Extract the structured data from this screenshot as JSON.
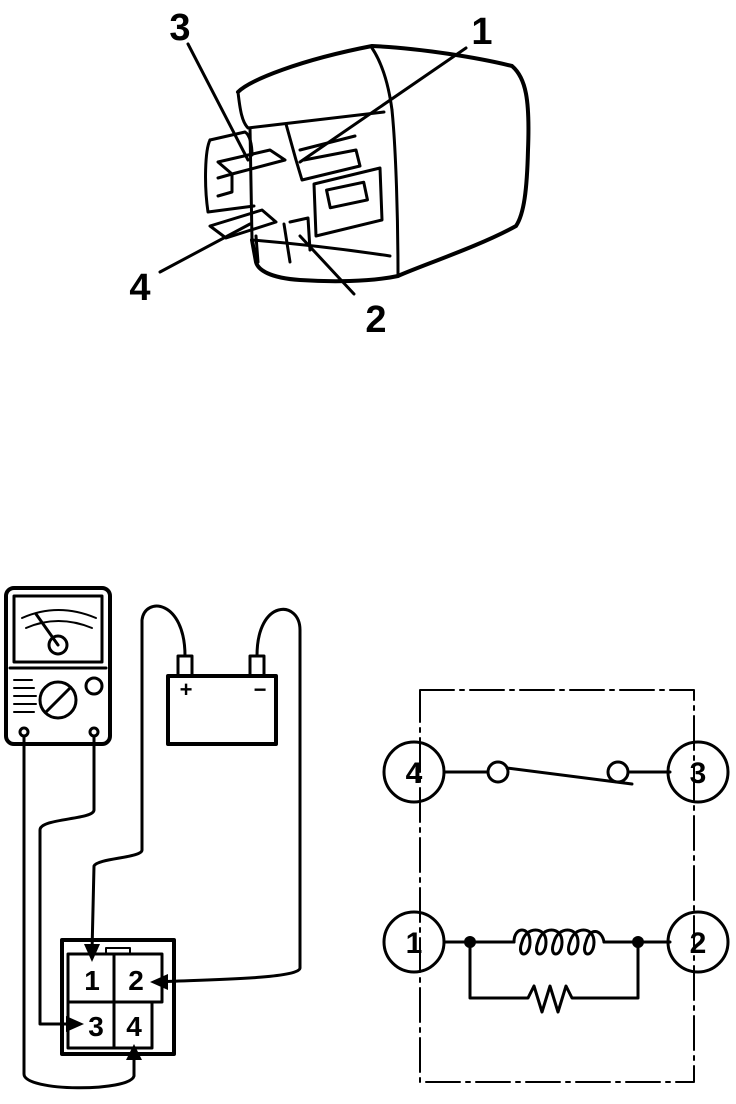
{
  "relay_callouts": {
    "pin1": "1",
    "pin2": "2",
    "pin3": "3",
    "pin4": "4"
  },
  "test_setup": {
    "battery_plus": "+",
    "battery_minus": "−",
    "connector_pins": [
      "1",
      "2",
      "3",
      "4"
    ]
  },
  "schematic": {
    "pin4": "4",
    "pin3": "3",
    "pin1": "1",
    "pin2": "2"
  },
  "colors": {
    "ink": "#000000",
    "background": "#ffffff"
  }
}
